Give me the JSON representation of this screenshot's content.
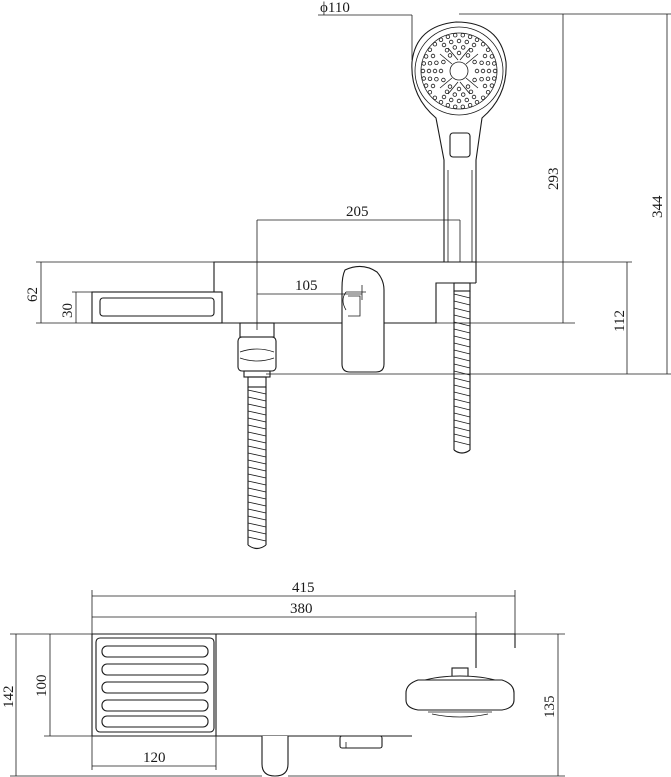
{
  "dimensions": {
    "phi110": "ϕ110",
    "d205": "205",
    "d105": "105",
    "d293": "293",
    "d344": "344",
    "d62": "62",
    "d30": "30",
    "d112": "112",
    "d415": "415",
    "d380": "380",
    "d100": "100",
    "d142": "142",
    "d120": "120",
    "d135": "135"
  }
}
